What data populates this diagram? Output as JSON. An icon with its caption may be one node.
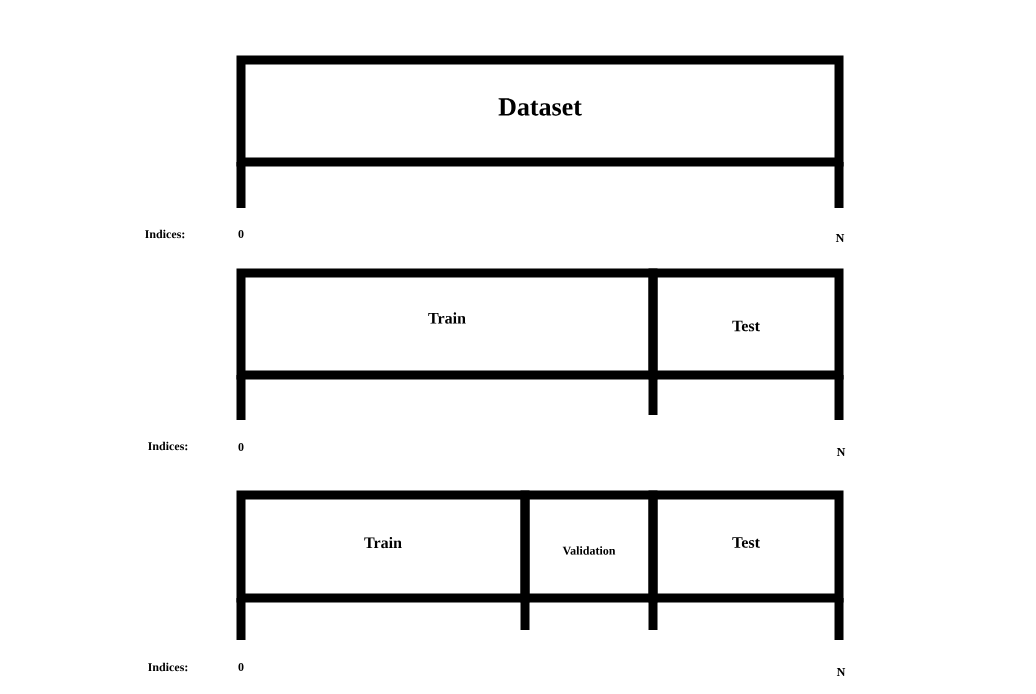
{
  "diagram": {
    "nodes": [
      {
        "text": [
          "Dataset"
        ]
      },
      {
        "text": [
          "Train"
        ]
      },
      {
        "text": [
          "Test"
        ]
      },
      {
        "text": [
          "Train"
        ]
      },
      {
        "text": [
          "Validation"
        ]
      },
      {
        "text": [
          "Test"
        ]
      }
    ],
    "labels": [
      "Indices:",
      "0",
      "N",
      "Indices:",
      "0",
      "N",
      "Indices:",
      "0",
      "N"
    ]
  }
}
